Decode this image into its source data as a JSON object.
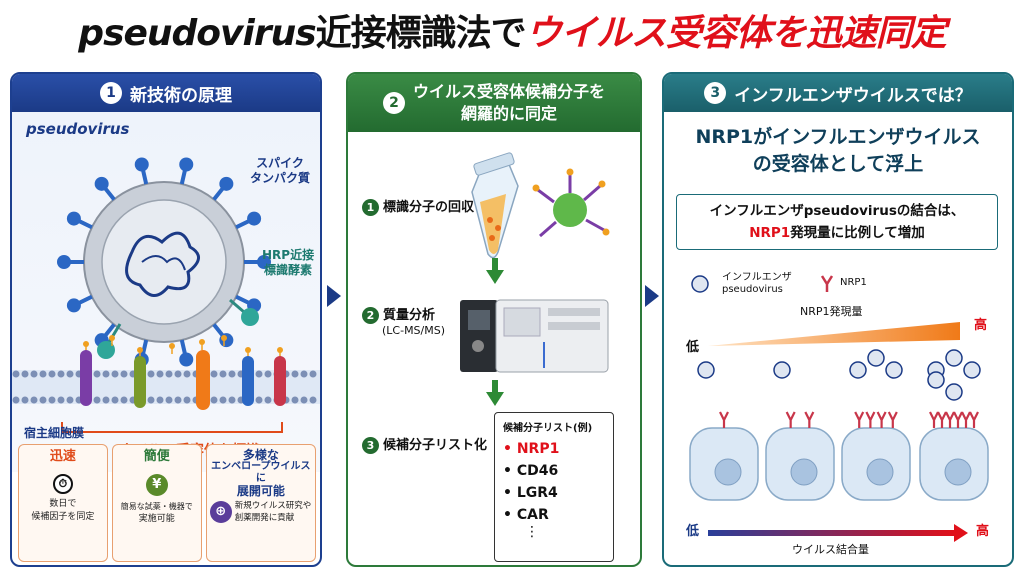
{
  "title": {
    "part1": "pseudovirus",
    "part2": "近接標識法で",
    "part3": "ウイルス受容体を迅速同定"
  },
  "panel1": {
    "num": "1",
    "heading": "新技術の原理",
    "pseudovirus_label": "pseudovirus",
    "spike_label_1": "スパイク",
    "spike_label_2": "タンパク質",
    "hrp_label_1": "HRP近接",
    "hrp_label_2": "標識酵素",
    "membrane_label": "宿主細胞膜",
    "receptor_label": "ウイルス受容体を標識",
    "features": [
      {
        "heading": "迅速",
        "icon": "stopwatch-icon",
        "line1": "数日で",
        "line2": "候補因子を同定"
      },
      {
        "heading": "簡便",
        "icon": "yen-icon",
        "line1": "簡易な試薬・機器で",
        "line2": "実施可能"
      },
      {
        "heading1": "多様な",
        "heading2": "エンベロープウイルスに",
        "heading3": "展開可能",
        "icon": "globe-icon",
        "line1": "新規ウイルス研究や",
        "line2": "創薬開発に貢献"
      }
    ]
  },
  "panel2": {
    "num": "2",
    "heading_line1": "ウイルス受容体候補分子を",
    "heading_line2": "網羅的に同定",
    "steps": [
      {
        "num": "1",
        "label": "標識分子の回収",
        "sub": ""
      },
      {
        "num": "2",
        "label": "質量分析",
        "sub": "(LC-MS/MS)"
      },
      {
        "num": "3",
        "label": "候補分子リスト化",
        "sub": ""
      }
    ],
    "list": {
      "heading": "候補分子リスト(例)",
      "items": [
        "NRP1",
        "CD46",
        "LGR4",
        "CAR"
      ],
      "more": "⋮"
    }
  },
  "panel3": {
    "num": "3",
    "heading": "インフルエンザウイルスでは？",
    "headline_line1": "NRP1がインフルエンザウイルス",
    "headline_line2": "の受容体として浮上",
    "result_line1": "インフルエンザpseudovirusの結合は、",
    "result_line2_red": "NRP1",
    "result_line2_rest": "発現量に比例して増加",
    "legend_virus_1": "インフルエンザ",
    "legend_virus_2": "pseudovirus",
    "legend_nrp1": "NRP1",
    "nrp1_expression_label": "NRP1発現量",
    "low": "低",
    "high": "高",
    "binding_label": "ウイルス結合量",
    "low2": "低",
    "high2": "高"
  },
  "colors": {
    "title_red": "#e0101a",
    "panel1": "#1b3a86",
    "panel2": "#236b30",
    "panel3": "#1a5f6a",
    "orange": "#f08020",
    "spike_blue": "#2b67c4"
  }
}
